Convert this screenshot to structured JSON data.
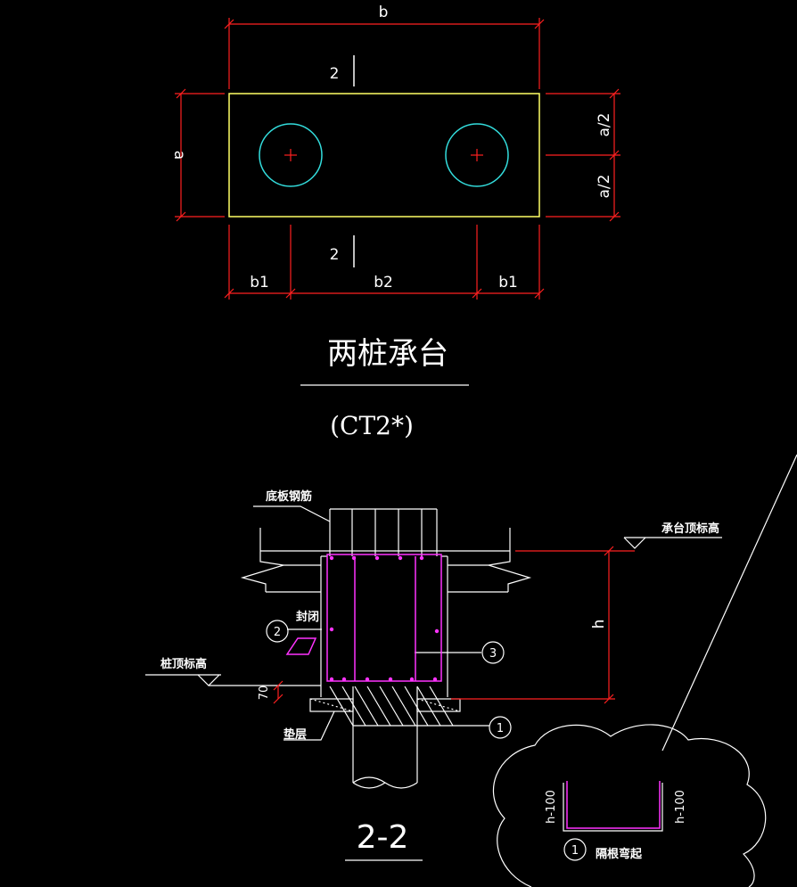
{
  "colors": {
    "background": "#000000",
    "dimension": "#ff2020",
    "outline": "#ffff66",
    "pile": "#33dddd",
    "rebar": "#ff33ff",
    "line": "#ffffff"
  },
  "plan": {
    "dim_b": "b",
    "dim_a": "a",
    "dim_a_half_top": "a/2",
    "dim_a_half_bottom": "a/2",
    "dim_b1_left": "b1",
    "dim_b2": "b2",
    "dim_b1_right": "b1",
    "section_mark_top": "2",
    "section_mark_bottom": "2",
    "title": "两桩承台",
    "code": "(CT2*)"
  },
  "section": {
    "label_bottom_rebar": "底板钢筋",
    "label_cap_top": "承台顶标高",
    "label_pile_top": "桩顶标高",
    "label_seal": "封闭",
    "label_cushion": "垫层",
    "dim_h": "h",
    "dim_70": "70",
    "callout_1": "1",
    "callout_2": "2",
    "callout_3": "3",
    "title": "2-2"
  },
  "detail": {
    "dim_left": "h-100",
    "dim_right": "h-100",
    "callout": "1",
    "label": "隔根弯起"
  }
}
